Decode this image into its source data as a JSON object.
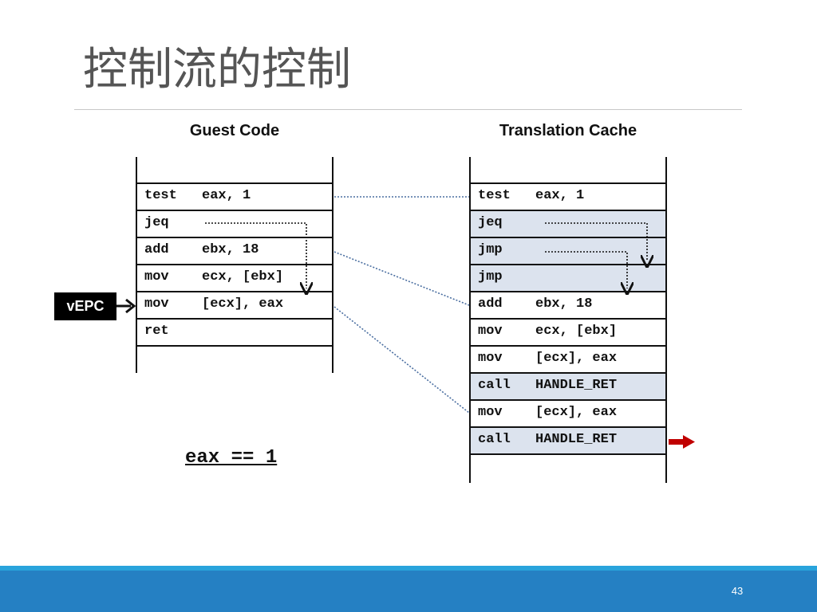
{
  "title": "控制流的控制",
  "guest": {
    "heading": "Guest Code",
    "rows": [
      {
        "op": "test",
        "args": "eax, 1"
      },
      {
        "op": "jeq",
        "args": ""
      },
      {
        "op": "add",
        "args": "ebx, 18"
      },
      {
        "op": "mov",
        "args": "ecx, [ebx]"
      },
      {
        "op": "mov",
        "args": "[ecx], eax"
      },
      {
        "op": "ret",
        "args": ""
      }
    ]
  },
  "cache": {
    "heading": "Translation Cache",
    "rows": [
      {
        "op": "test",
        "args": "eax, 1",
        "highlight": false
      },
      {
        "op": "jeq",
        "args": "",
        "highlight": true
      },
      {
        "op": "jmp",
        "args": "",
        "highlight": true
      },
      {
        "op": "jmp",
        "args": "",
        "highlight": true
      },
      {
        "op": "add",
        "args": "ebx, 18",
        "highlight": false
      },
      {
        "op": "mov",
        "args": "ecx, [ebx]",
        "highlight": false
      },
      {
        "op": "mov",
        "args": "[ecx], eax",
        "highlight": false
      },
      {
        "op": "call",
        "args": "HANDLE_RET",
        "highlight": true
      },
      {
        "op": "mov",
        "args": "[ecx], eax",
        "highlight": false
      },
      {
        "op": "call",
        "args": "HANDLE_RET",
        "highlight": true
      }
    ]
  },
  "vepc_label": "vEPC",
  "condition": "eax == 1",
  "page_number": "43",
  "colors": {
    "highlight_row": "#dce3ee",
    "connector": "#4a6ea0",
    "pointer_arrow": "#c00000",
    "footer": "#2580c3",
    "footer_stripe": "#29a4dc"
  }
}
